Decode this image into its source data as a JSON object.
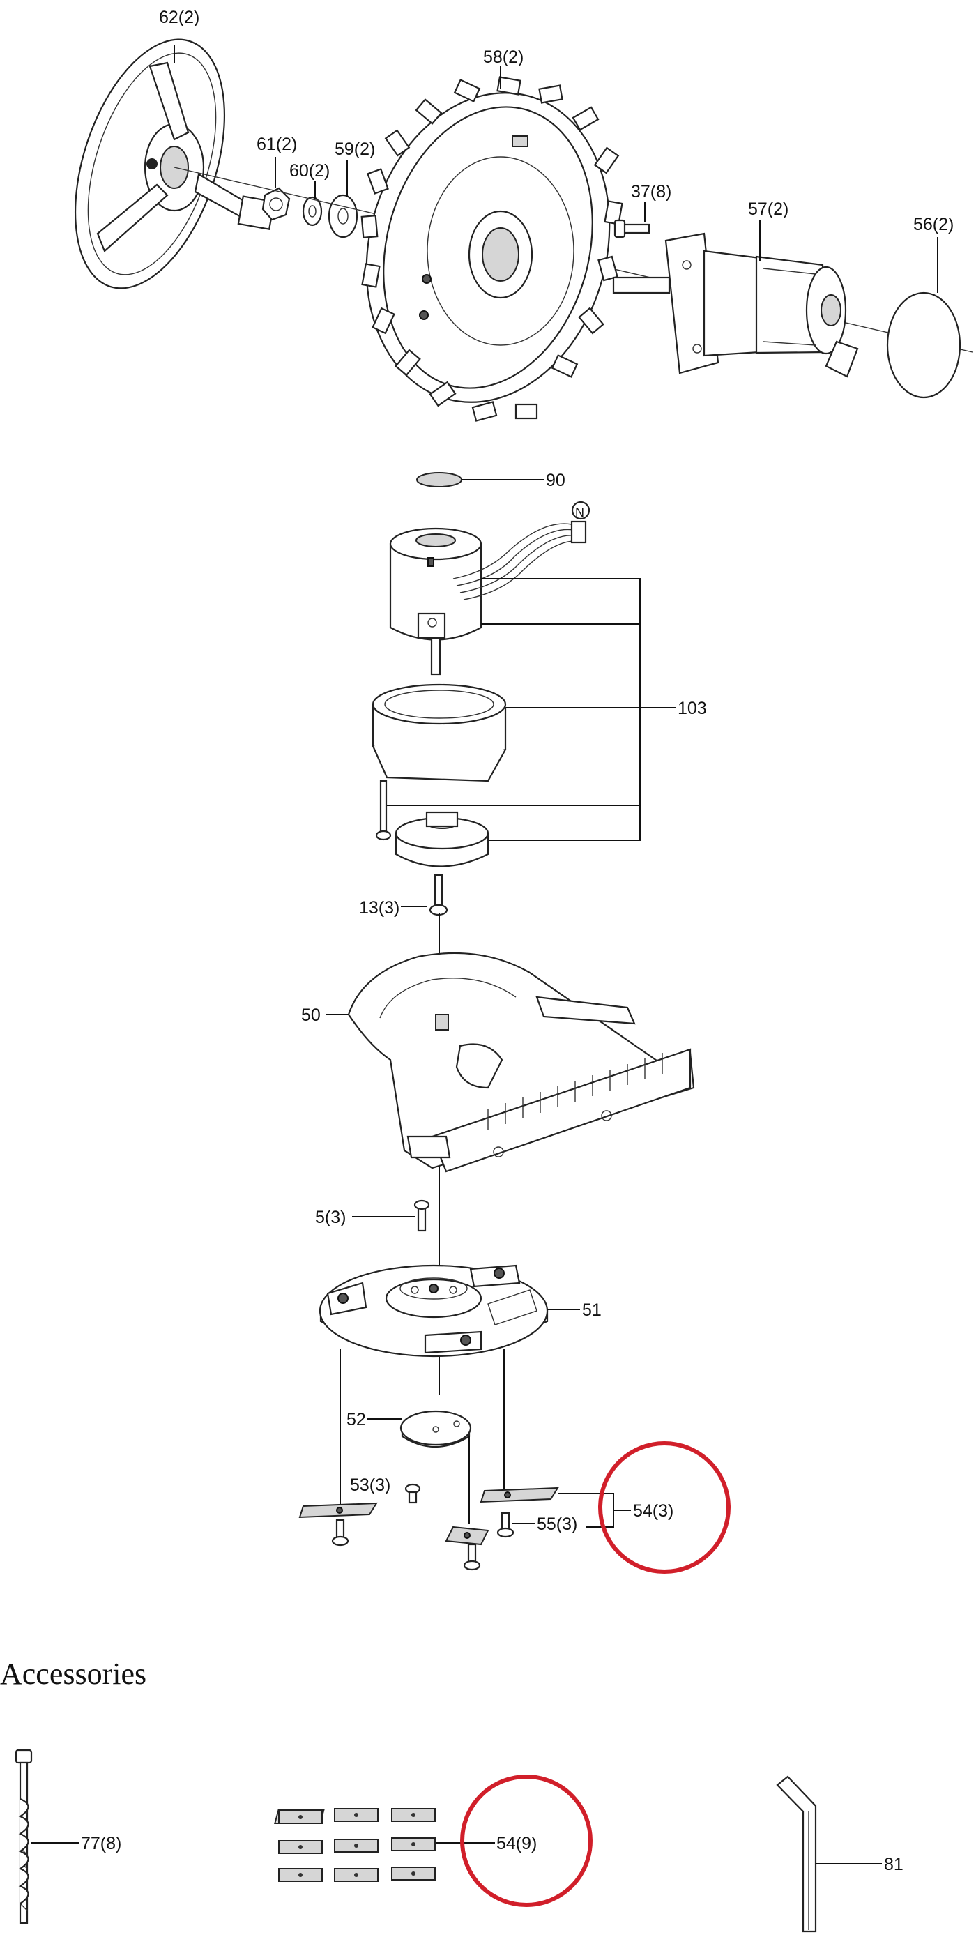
{
  "labels": {
    "p62": "62(2)",
    "p58": "58(2)",
    "p61": "61(2)",
    "p60": "60(2)",
    "p59": "59(2)",
    "p37": "37(8)",
    "p57": "57(2)",
    "p56": "56(2)",
    "p90": "90",
    "pN": "N",
    "p103": "103",
    "p13": "13(3)",
    "p50": "50",
    "p5": "5(3)",
    "p51": "51",
    "p52": "52",
    "p53": "53(3)",
    "p54": "54(3)",
    "p55": "55(3)",
    "p77": "77(8)",
    "p54acc": "54(9)",
    "p81": "81"
  },
  "accessories_heading": "Accessories",
  "colors": {
    "highlight": "#d11f2a",
    "line": "#111111"
  }
}
